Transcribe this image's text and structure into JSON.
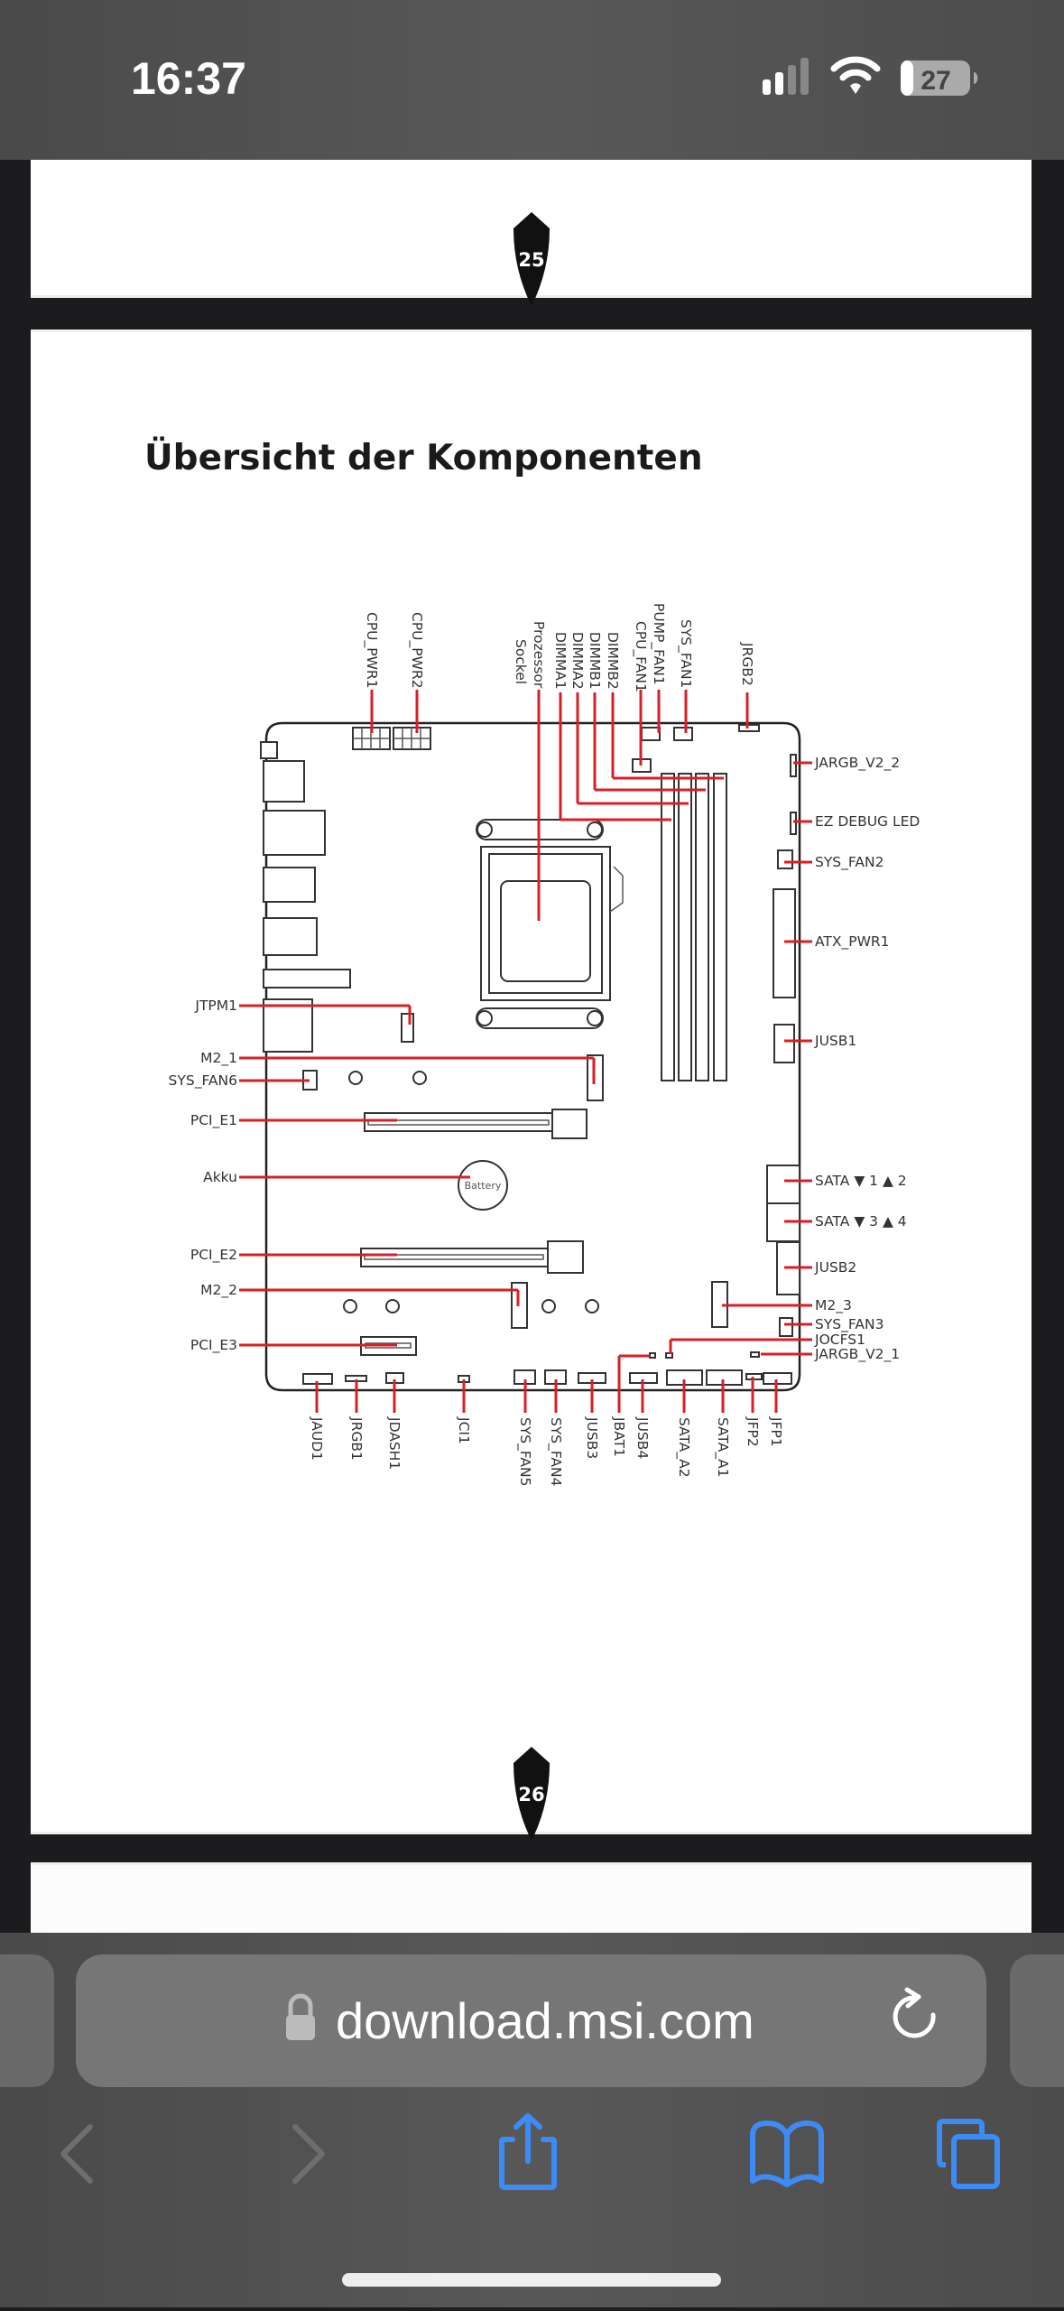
{
  "status_bar": {
    "time": "16:37",
    "battery_level": "27",
    "signal_bars_active": 2,
    "signal_bars_total": 4,
    "icons": [
      "cellular-signal-icon",
      "wifi-icon",
      "battery-icon"
    ]
  },
  "document": {
    "pages": [
      {
        "page_number": "25"
      },
      {
        "page_number": "26",
        "title": "Übersicht der Komponenten",
        "diagram": {
          "battery_text": "Battery",
          "top_labels": [
            {
              "text": "CPU_PWR1"
            },
            {
              "text": "CPU_PWR2"
            },
            {
              "text": "Prozessor"
            },
            {
              "text": "Sockel"
            },
            {
              "text": "DIMMA1"
            },
            {
              "text": "DIMMA2"
            },
            {
              "text": "DIMMB1"
            },
            {
              "text": "DIMMB2"
            },
            {
              "text": "CPU_FAN1"
            },
            {
              "text": "PUMP_FAN1"
            },
            {
              "text": "SYS_FAN1"
            },
            {
              "text": "JRGB2"
            }
          ],
          "right_labels": [
            {
              "text": "JARGB_V2_2"
            },
            {
              "text": "EZ DEBUG LED"
            },
            {
              "text": "SYS_FAN2"
            },
            {
              "text": "ATX_PWR1"
            },
            {
              "text": "JUSB1"
            },
            {
              "text": "SATA ▼ 1 ▲ 2"
            },
            {
              "text": "SATA ▼ 3 ▲ 4"
            },
            {
              "text": "JUSB2"
            },
            {
              "text": "M2_3"
            },
            {
              "text": "SYS_FAN3"
            },
            {
              "text": "JOCFS1"
            },
            {
              "text": "JARGB_V2_1"
            }
          ],
          "left_labels": [
            {
              "text": "JTPM1"
            },
            {
              "text": "M2_1"
            },
            {
              "text": "SYS_FAN6"
            },
            {
              "text": "PCI_E1"
            },
            {
              "text": "Akku"
            },
            {
              "text": "PCI_E2"
            },
            {
              "text": "M2_2"
            },
            {
              "text": "PCI_E3"
            }
          ],
          "bottom_labels": [
            {
              "text": "JAUD1"
            },
            {
              "text": "JRGB1"
            },
            {
              "text": "JDASH1"
            },
            {
              "text": "JCI1"
            },
            {
              "text": "SYS_FAN5"
            },
            {
              "text": "SYS_FAN4"
            },
            {
              "text": "JUSB3"
            },
            {
              "text": "JBAT1"
            },
            {
              "text": "JUSB4"
            },
            {
              "text": "SATA_A2"
            },
            {
              "text": "SATA_A1"
            },
            {
              "text": "JFP2"
            },
            {
              "text": "JFP1"
            }
          ]
        }
      }
    ]
  },
  "browser": {
    "url": "download.msi.com",
    "secure": true,
    "toolbar": {
      "back_enabled": false,
      "forward_enabled": false,
      "buttons": [
        "back",
        "forward",
        "share",
        "bookmarks",
        "tabs"
      ]
    },
    "colors": {
      "accent": "#3d8bf5",
      "toolbar_bg": "#555555",
      "urlbar_bg": "#767676"
    }
  }
}
